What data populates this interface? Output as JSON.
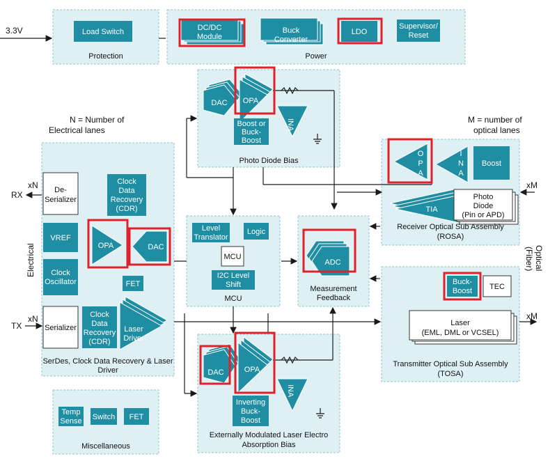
{
  "input_voltage": "3.3V",
  "protection": {
    "title": "Protection",
    "load_switch": "Load Switch"
  },
  "power": {
    "title": "Power",
    "dcdc": [
      "DC/DC",
      "Module"
    ],
    "buck": [
      "Buck",
      "Converter"
    ],
    "ldo": "LDO",
    "supervisor": [
      "Supervisor/",
      "Reset"
    ]
  },
  "photo_bias": {
    "title": "Photo Diode Bias",
    "dac": "DAC",
    "opa": "OPA",
    "ina": "INA",
    "boost": [
      "Boost or",
      "Buck-",
      "Boost"
    ]
  },
  "note_n": [
    "N = Number of",
    "Electrical lanes"
  ],
  "note_m": [
    "M = number of",
    "optical lanes"
  ],
  "rosa": {
    "title": [
      "Receiver Optical Sub Assembly",
      "(ROSA)"
    ],
    "opa": [
      "O",
      "P",
      "A"
    ],
    "ina": [
      "I",
      "N",
      "A"
    ],
    "boost": "Boost",
    "tia": "TIA",
    "photo_diode": [
      "Photo",
      "Diode",
      "(Pin or APD)"
    ]
  },
  "rx_label": "RX",
  "tx_label": "TX",
  "xn": "xN",
  "xm": "xM",
  "electrical_label": "Electrical",
  "optical_label": [
    "Optical",
    "(Fiber)"
  ],
  "serdes": {
    "title": [
      "SerDes, Clock Data Recovery & Laser",
      "Driver"
    ],
    "deserializer": [
      "De-",
      "Serializer"
    ],
    "cdr": [
      "Clock",
      "Data",
      "Recovery",
      "(CDR)"
    ],
    "vref": "VREF",
    "opa": "OPA",
    "dac": "DAC",
    "clock_osc": [
      "Clock",
      "Oscillator"
    ],
    "fet": "FET",
    "serializer": "Serializer",
    "laser_driver": [
      "Laser",
      "Driver"
    ]
  },
  "mcu_region": {
    "title": "MCU",
    "level_translator": [
      "Level",
      "Translator"
    ],
    "logic": "Logic",
    "mcu": "MCU",
    "i2c": [
      "I2C Level",
      "Shift"
    ]
  },
  "measurement": {
    "title": [
      "Measurement",
      "Feedback"
    ],
    "adc": "ADC"
  },
  "tosa": {
    "title": [
      "Transmitter Optical Sub Assembly",
      "(TOSA)"
    ],
    "buck_boost": [
      "Buck-",
      "Boost"
    ],
    "tec": "TEC",
    "laser": [
      "Laser",
      "(EML, DML or VCSEL)"
    ]
  },
  "eml_bias": {
    "title": [
      "Externally Modulated Laser Electro",
      "Absorption Bias"
    ],
    "dac": "DAC",
    "opa": "OPA",
    "ina": "INA",
    "inverting": [
      "Inverting",
      "Buck-",
      "Boost"
    ]
  },
  "misc": {
    "title": "Miscellaneous",
    "temp": [
      "Temp",
      "Sense"
    ],
    "switch": "Switch",
    "fet": "FET"
  },
  "colors": {
    "block": "#1f8ea3",
    "region": "#dff0f5",
    "highlight": "#e0202a"
  }
}
